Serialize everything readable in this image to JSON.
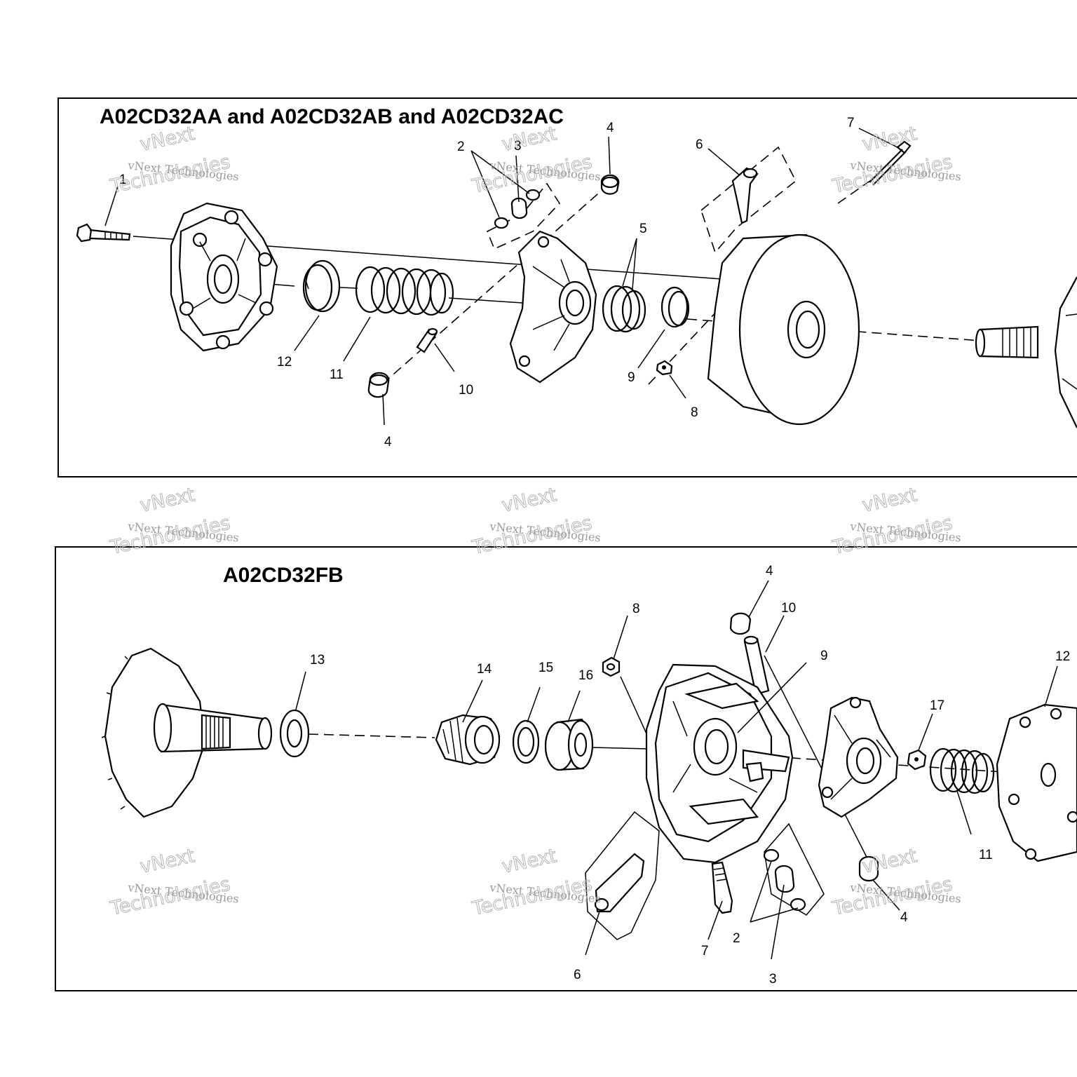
{
  "panels": [
    {
      "title": "A02CD32AA and A02CD32AB and A02CD32AC",
      "callouts": [
        "1",
        "2",
        "3",
        "4",
        "4",
        "5",
        "6",
        "7",
        "8",
        "9",
        "10",
        "11",
        "12"
      ]
    },
    {
      "title": "A02CD32FB",
      "callouts": [
        "2",
        "3",
        "4",
        "4",
        "6",
        "7",
        "8",
        "9",
        "10",
        "11",
        "12",
        "13",
        "14",
        "15",
        "16",
        "17"
      ]
    }
  ],
  "watermark": {
    "line1": "vNext",
    "line2": "vNext Technologies",
    "line3": "Technologies"
  }
}
